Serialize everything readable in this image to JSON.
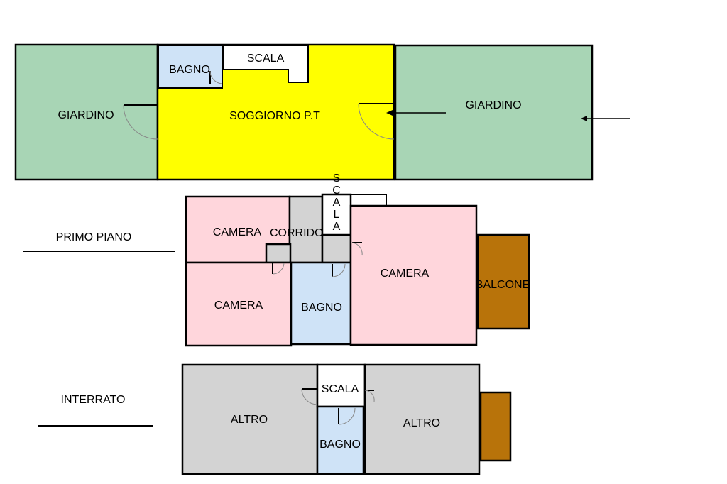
{
  "colors": {
    "garden": "#a8d5b5",
    "living": "#ffff00",
    "bath": "#cfe3f7",
    "bedroom": "#ffd6dc",
    "corridor": "#d3d3d3",
    "balcony": "#b8730a",
    "basement": "#d3d3d3",
    "stair": "#ffffff",
    "wall": "#000000"
  },
  "ground_floor": {
    "garden_left": "GIARDINO",
    "bath": "BAGNO",
    "stair": "SCALA",
    "living": "SOGGIORNO P.T",
    "garden_right": "GIARDINO"
  },
  "first_floor": {
    "title": "PRIMO PIANO",
    "stair_letters": [
      "S",
      "C",
      "A",
      "L",
      "A"
    ],
    "bedroom_top": "CAMERA",
    "corridor": "CORRIDO",
    "bedroom_bottom": "CAMERA",
    "bath": "BAGNO",
    "bedroom_large": "CAMERA",
    "balcony": "BALCONE"
  },
  "basement": {
    "title": "INTERRATO",
    "stair": "SCALA",
    "other_left": "ALTRO",
    "bath": "BAGNO",
    "other_right": "ALTRO"
  }
}
